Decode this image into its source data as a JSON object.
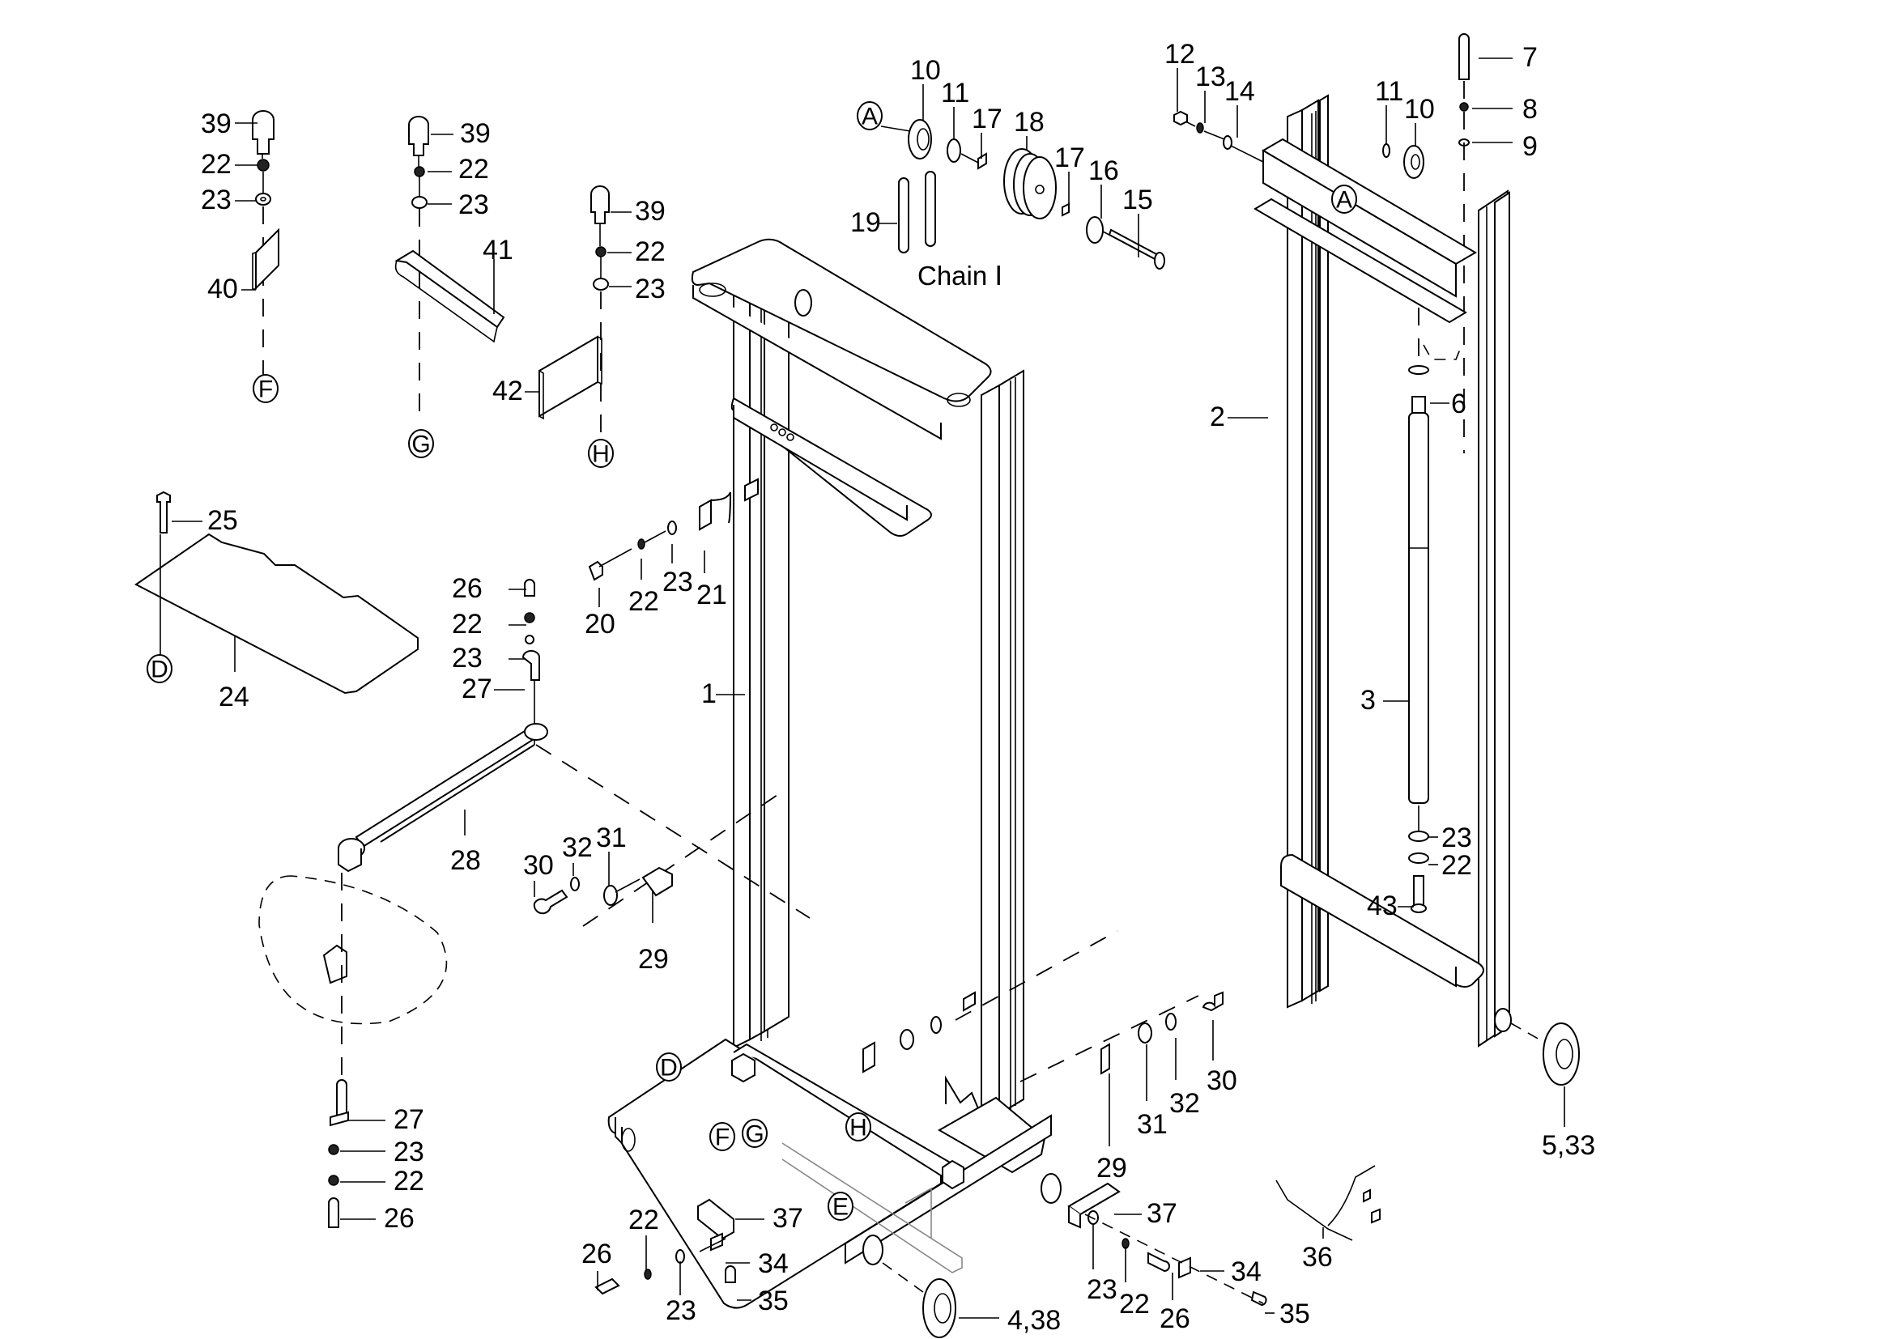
{
  "diagram": {
    "title": "Mast assembly exploded view",
    "caption_chain": "Chain Ⅰ",
    "reference_letters": [
      "A",
      "A",
      "D",
      "D",
      "E",
      "F",
      "F",
      "G",
      "G",
      "H",
      "H"
    ],
    "callouts": [
      {
        "id": "c39a",
        "text": "39"
      },
      {
        "id": "c22a",
        "text": "22"
      },
      {
        "id": "c23a",
        "text": "23"
      },
      {
        "id": "c40",
        "text": "40"
      },
      {
        "id": "c39b",
        "text": "39"
      },
      {
        "id": "c22b",
        "text": "22"
      },
      {
        "id": "c23b",
        "text": "23"
      },
      {
        "id": "c41",
        "text": "41"
      },
      {
        "id": "c39c",
        "text": "39"
      },
      {
        "id": "c22c",
        "text": "22"
      },
      {
        "id": "c23c",
        "text": "23"
      },
      {
        "id": "c42",
        "text": "42"
      },
      {
        "id": "c10a",
        "text": "10"
      },
      {
        "id": "c11a",
        "text": "11"
      },
      {
        "id": "c17a",
        "text": "17"
      },
      {
        "id": "c18",
        "text": "18"
      },
      {
        "id": "c17b",
        "text": "17"
      },
      {
        "id": "c16",
        "text": "16"
      },
      {
        "id": "c15",
        "text": "15"
      },
      {
        "id": "c19",
        "text": "19"
      },
      {
        "id": "c12",
        "text": "12"
      },
      {
        "id": "c13",
        "text": "13"
      },
      {
        "id": "c14",
        "text": "14"
      },
      {
        "id": "c11b",
        "text": "11"
      },
      {
        "id": "c10b",
        "text": "10"
      },
      {
        "id": "c7",
        "text": "7"
      },
      {
        "id": "c8",
        "text": "8"
      },
      {
        "id": "c9",
        "text": "9"
      },
      {
        "id": "c2",
        "text": "2"
      },
      {
        "id": "c6",
        "text": "6"
      },
      {
        "id": "c3",
        "text": "3"
      },
      {
        "id": "c23d",
        "text": "23"
      },
      {
        "id": "c22d",
        "text": "22"
      },
      {
        "id": "c43",
        "text": "43"
      },
      {
        "id": "c25",
        "text": "25"
      },
      {
        "id": "c24",
        "text": "24"
      },
      {
        "id": "c20",
        "text": "20"
      },
      {
        "id": "c22e",
        "text": "22"
      },
      {
        "id": "c23e",
        "text": "23"
      },
      {
        "id": "c21",
        "text": "21"
      },
      {
        "id": "c26a",
        "text": "26"
      },
      {
        "id": "c22f",
        "text": "22"
      },
      {
        "id": "c23f",
        "text": "23"
      },
      {
        "id": "c27a",
        "text": "27"
      },
      {
        "id": "c1",
        "text": "1"
      },
      {
        "id": "c28",
        "text": "28"
      },
      {
        "id": "c30a",
        "text": "30"
      },
      {
        "id": "c32a",
        "text": "32"
      },
      {
        "id": "c31a",
        "text": "31"
      },
      {
        "id": "c29a",
        "text": "29"
      },
      {
        "id": "c27b",
        "text": "27"
      },
      {
        "id": "c23g",
        "text": "23"
      },
      {
        "id": "c22g",
        "text": "22"
      },
      {
        "id": "c26b",
        "text": "26"
      },
      {
        "id": "c26c",
        "text": "26"
      },
      {
        "id": "c22h",
        "text": "22"
      },
      {
        "id": "c23h",
        "text": "23"
      },
      {
        "id": "c37a",
        "text": "37"
      },
      {
        "id": "c34a",
        "text": "34"
      },
      {
        "id": "c35a",
        "text": "35"
      },
      {
        "id": "c438",
        "text": "4,38"
      },
      {
        "id": "c30b",
        "text": "30"
      },
      {
        "id": "c31b",
        "text": "31"
      },
      {
        "id": "c32b",
        "text": "32"
      },
      {
        "id": "c29b",
        "text": "29"
      },
      {
        "id": "c37b",
        "text": "37"
      },
      {
        "id": "c23i",
        "text": "23"
      },
      {
        "id": "c22i",
        "text": "22"
      },
      {
        "id": "c26d",
        "text": "26"
      },
      {
        "id": "c34b",
        "text": "34"
      },
      {
        "id": "c35b",
        "text": "35"
      },
      {
        "id": "c36",
        "text": "36"
      },
      {
        "id": "c533",
        "text": "5,33"
      }
    ]
  }
}
